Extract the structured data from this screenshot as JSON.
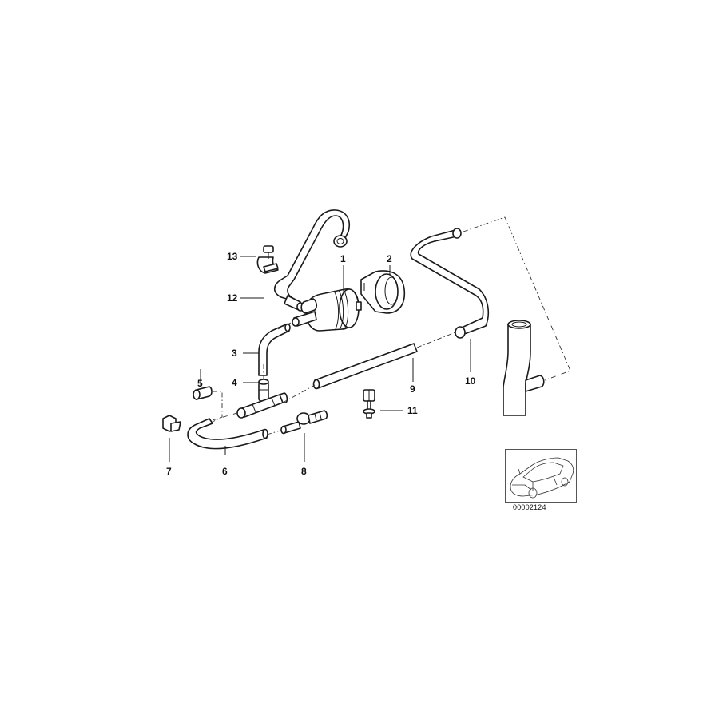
{
  "diagram": {
    "title": "",
    "callouts": [
      {
        "id": "1",
        "label": "1"
      },
      {
        "id": "2",
        "label": "2"
      },
      {
        "id": "3",
        "label": "3"
      },
      {
        "id": "4",
        "label": "4"
      },
      {
        "id": "5",
        "label": "5"
      },
      {
        "id": "6",
        "label": "6"
      },
      {
        "id": "7",
        "label": "7"
      },
      {
        "id": "8",
        "label": "8"
      },
      {
        "id": "9",
        "label": "9"
      },
      {
        "id": "10",
        "label": "10"
      },
      {
        "id": "11",
        "label": "11"
      },
      {
        "id": "12",
        "label": "12"
      },
      {
        "id": "13",
        "label": "13"
      }
    ],
    "parts": [
      {
        "callout": "1",
        "icon": "washer-pump-icon"
      },
      {
        "callout": "2",
        "icon": "pump-bracket-ring-icon"
      },
      {
        "callout": "3",
        "icon": "elbow-hose-icon"
      },
      {
        "callout": "4",
        "icon": "t-connector-icon"
      },
      {
        "callout": "5",
        "icon": "hose-connector-icon"
      },
      {
        "callout": "6",
        "icon": "curved-hose-icon"
      },
      {
        "callout": "7",
        "icon": "hose-clip-icon"
      },
      {
        "callout": "8",
        "icon": "check-valve-icon"
      },
      {
        "callout": "9",
        "icon": "straight-hose-icon"
      },
      {
        "callout": "10",
        "icon": "formed-hose-icon"
      },
      {
        "callout": "11",
        "icon": "hose-holder-clip-icon"
      },
      {
        "callout": "12",
        "icon": "suction-hose-icon"
      },
      {
        "callout": "13",
        "icon": "hose-clamp-icon"
      }
    ],
    "inset": {
      "icon": "car-sedan-icon",
      "caption": "00002124"
    }
  }
}
